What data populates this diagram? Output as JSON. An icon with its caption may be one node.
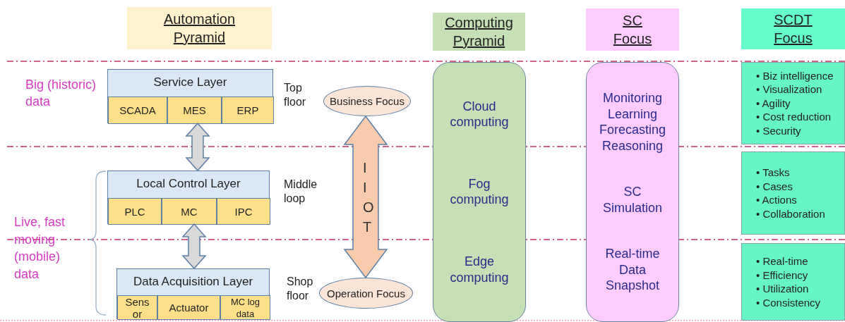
{
  "diagram": {
    "nodes": [
      {
        "text": [
          "Automation Pyramid"
        ]
      },
      {
        "text": [
          "Computing Pyramid"
        ]
      },
      {
        "text": [
          "SC Focus"
        ]
      },
      {
        "text": [
          "SCDT Focus"
        ]
      },
      {
        "text": [
          "Service Layer"
        ]
      },
      {
        "text": [
          "SCADA"
        ],
        "in": 4
      },
      {
        "text": [
          "MES"
        ],
        "in": 4
      },
      {
        "text": [
          "ERP"
        ],
        "in": 4
      },
      {
        "text": [
          "Local Control Layer"
        ]
      },
      {
        "text": [
          "PLC"
        ],
        "in": 8
      },
      {
        "text": [
          "MC"
        ],
        "in": 8
      },
      {
        "text": [
          "IPC"
        ],
        "in": 8
      },
      {
        "text": [
          "Data Acquisition Layer"
        ]
      },
      {
        "text": [
          "Sens or"
        ],
        "in": 12
      },
      {
        "text": [
          "Actuator"
        ],
        "in": 12
      },
      {
        "text": [
          "MC log data"
        ],
        "in": 12
      },
      {
        "text": [
          "Business Focus"
        ]
      },
      {
        "text": [
          "Operation Focus"
        ]
      },
      {
        "text": [
          "Cloud computing",
          "Fog computing",
          "Edge computing"
        ]
      },
      {
        "text": [
          "Monitoring Learning Forecasting Reasoning",
          "SC Simulation",
          "Real-time Data Snapshot"
        ]
      },
      {
        "text": [
          "• Biz intelligence",
          "• Visualization",
          "• Agility",
          "• Cost reduction",
          "• Security"
        ]
      },
      {
        "text": [
          "• Tasks",
          "• Cases",
          "• Actions",
          "• Collaboration"
        ]
      },
      {
        "text": [
          "• Real-time",
          "• Efficiency",
          "• Utilization",
          "• Consistency"
        ]
      }
    ],
    "edges": [
      {
        "from": 4,
        "to": 8,
        "arrow": "both",
        "style": "thick"
      },
      {
        "from": 8,
        "to": 12,
        "arrow": "both",
        "style": "thick"
      },
      {
        "from": 16,
        "to": 17,
        "arrow": "both",
        "style": "thick",
        "label": "IIOT",
        "color": "#f8cbad"
      }
    ],
    "labels": [
      "Big (historic) data",
      "Top floor",
      "Middle loop",
      "Live, fast moving (mobile) data",
      "Shop floor"
    ]
  }
}
